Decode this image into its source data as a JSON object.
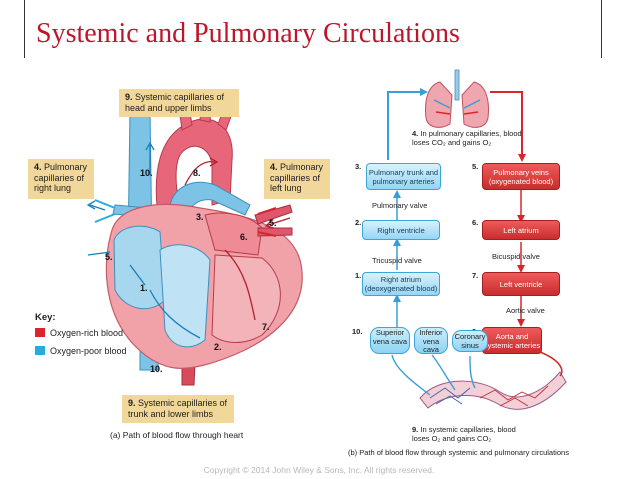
{
  "slide": {
    "title": "Systemic and Pulmonary Circulations",
    "copyright": "Copyright © 2014 John Wiley & Sons, Inc. All rights reserved."
  },
  "panel_a": {
    "callouts": {
      "head": {
        "num": "9.",
        "text": "Systemic capillaries of head and upper limbs"
      },
      "lung_right": {
        "num": "4.",
        "text": "Pulmonary capillaries of right lung"
      },
      "lung_left": {
        "num": "4.",
        "text": "Pulmonary capillaries of left lung"
      },
      "trunk": {
        "num": "9.",
        "text": "Systemic capillaries of trunk and lower limbs"
      }
    },
    "numbers": [
      "10.",
      "8.",
      "3.",
      "5.",
      "6.",
      "5.",
      "1.",
      "7.",
      "2.",
      "10."
    ],
    "key": {
      "title": "Key:",
      "items": [
        {
          "label": "Oxygen-rich blood",
          "color": "#d8262e"
        },
        {
          "label": "Oxygen-poor blood",
          "color": "#29a9e1"
        }
      ]
    },
    "caption": "(a) Path of blood flow through heart"
  },
  "panel_b": {
    "lung_note": {
      "num": "4.",
      "text": "In pulmonary capillaries, blood loses CO₂ and gains O₂"
    },
    "steps": [
      {
        "num": "3.",
        "label": "Pulmonary trunk and pulmonary arteries"
      },
      {
        "num": "5.",
        "label": "Pulmonary veins (oxygenated blood)"
      },
      {
        "num": "2.",
        "label": "Right ventricle"
      },
      {
        "num": "6.",
        "label": "Left atrium"
      },
      {
        "num": "1.",
        "label": "Right atrium (deoxygenated blood)"
      },
      {
        "num": "7.",
        "label": "Left ventricle"
      },
      {
        "num": "8.",
        "label": "Aorta and systemic arteries"
      }
    ],
    "valves": {
      "pulmonary": "Pulmonary valve",
      "tricuspid": "Tricuspid valve",
      "bicuspid": "Bicuspid valve",
      "aortic": "Aortic valve"
    },
    "veins": {
      "num": "10.",
      "items": [
        "Superior vena cava",
        "Inferior vena cava",
        "Coronary sinus"
      ]
    },
    "systemic_note": {
      "num": "9.",
      "text": "In systemic capillaries, blood loses O₂ and gains CO₂"
    },
    "caption": "(b) Path of blood flow through systemic and pulmonary circulations"
  }
}
